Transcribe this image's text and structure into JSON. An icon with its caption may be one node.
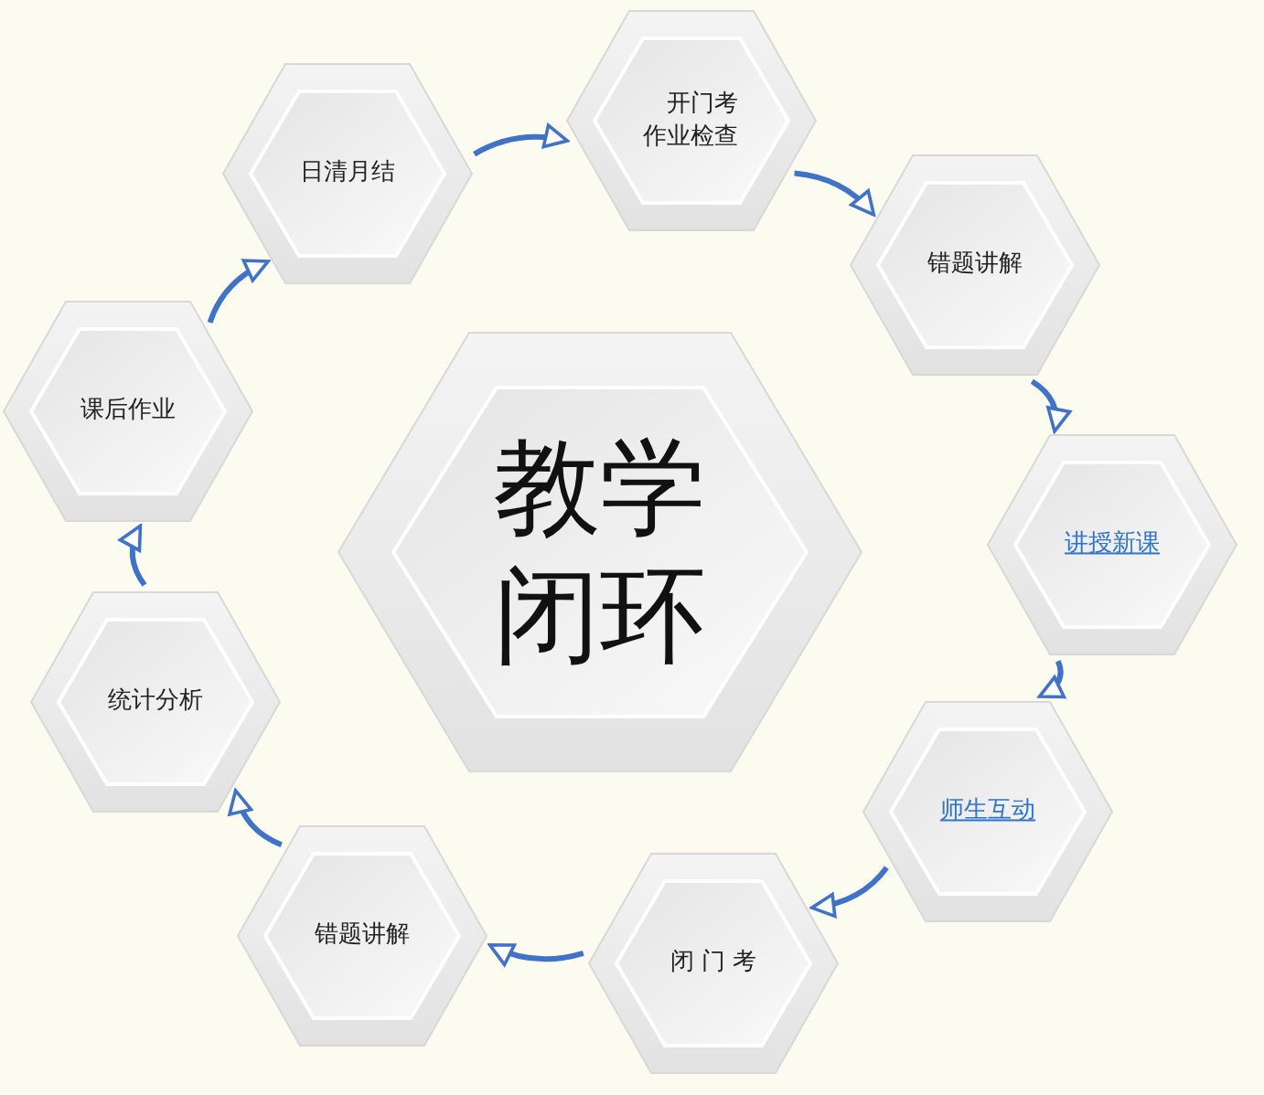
{
  "diagram": {
    "nodes": [
      {
        "text": [
          "教学闭环"
        ]
      },
      {
        "text": [
          "日清月结"
        ]
      },
      {
        "text": [
          "开门考作业检查"
        ]
      },
      {
        "text": [
          "错题讲解"
        ]
      },
      {
        "text": [
          "讲授新课"
        ]
      },
      {
        "text": [
          "师生互动"
        ]
      },
      {
        "text": [
          "闭 门 考"
        ]
      },
      {
        "text": [
          "错题讲解"
        ]
      },
      {
        "text": [
          "统计分析"
        ]
      },
      {
        "text": [
          "课后作业"
        ]
      }
    ],
    "edges": [
      {
        "from": 1,
        "to": 2,
        "arrow": "to"
      },
      {
        "from": 2,
        "to": 3,
        "arrow": "to"
      },
      {
        "from": 3,
        "to": 4,
        "arrow": "to"
      },
      {
        "from": 4,
        "to": 5,
        "arrow": "to"
      },
      {
        "from": 5,
        "to": 6,
        "arrow": "to"
      },
      {
        "from": 6,
        "to": 7,
        "arrow": "to"
      },
      {
        "from": 7,
        "to": 8,
        "arrow": "to"
      },
      {
        "from": 8,
        "to": 9,
        "arrow": "to"
      },
      {
        "from": 9,
        "to": 1,
        "arrow": "to"
      }
    ]
  }
}
